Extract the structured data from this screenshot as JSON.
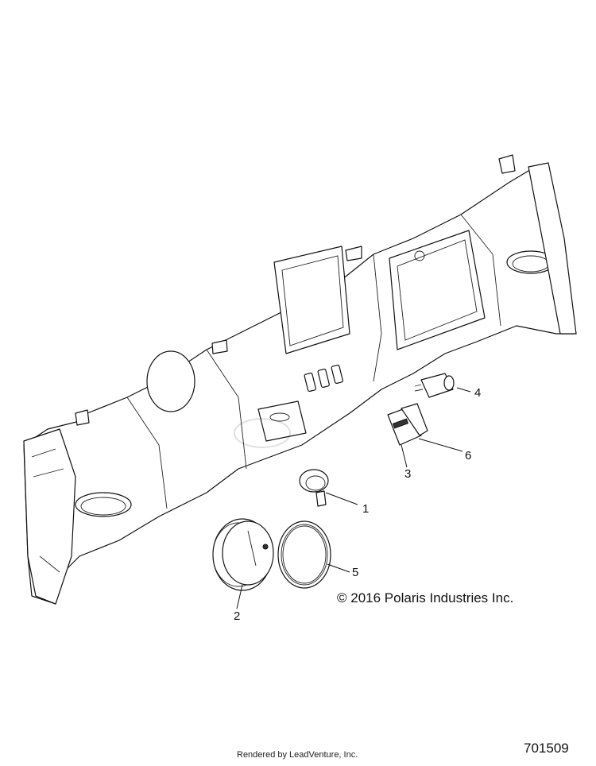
{
  "callouts": [
    {
      "id": "1",
      "text": "1"
    },
    {
      "id": "2",
      "text": "2"
    },
    {
      "id": "3",
      "text": "3"
    },
    {
      "id": "4",
      "text": "4"
    },
    {
      "id": "5",
      "text": "5"
    },
    {
      "id": "6",
      "text": "6"
    }
  ],
  "copyright": "© 2016 Polaris Industries Inc.",
  "rendered_by": "Rendered by LeadVenture, Inc.",
  "figure_number": "701509"
}
